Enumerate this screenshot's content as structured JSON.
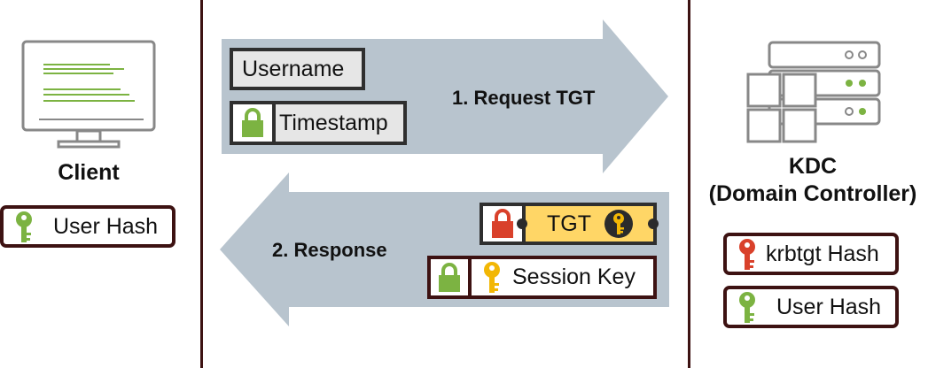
{
  "client": {
    "label": "Client",
    "hash_label": "User Hash",
    "hash_key_color": "#7cb342"
  },
  "kdc": {
    "label_line1": "KDC",
    "label_line2": "(Domain Controller)",
    "krbtgt_hash_label": "krbtgt Hash",
    "krbtgt_key_color": "#d9412b",
    "user_hash_label": "User Hash",
    "user_key_color": "#7cb342"
  },
  "request": {
    "step_label": "1. Request TGT",
    "username_label": "Username",
    "timestamp_label": "Timestamp",
    "timestamp_lock_color": "#7cb342"
  },
  "response": {
    "step_label": "2. Response",
    "tgt_label": "TGT",
    "tgt_lock_color": "#d9412b",
    "tgt_ticket_color": "#ffd666",
    "tgt_key_color": "#f2b705",
    "session_key_label": "Session Key",
    "session_lock_color": "#7cb342",
    "session_key_color": "#f2b705"
  },
  "colors": {
    "arrow": "#b8c4ce",
    "divider": "#3d1212",
    "monitor_text": "#7cb342",
    "server_led": "#7cb342"
  }
}
